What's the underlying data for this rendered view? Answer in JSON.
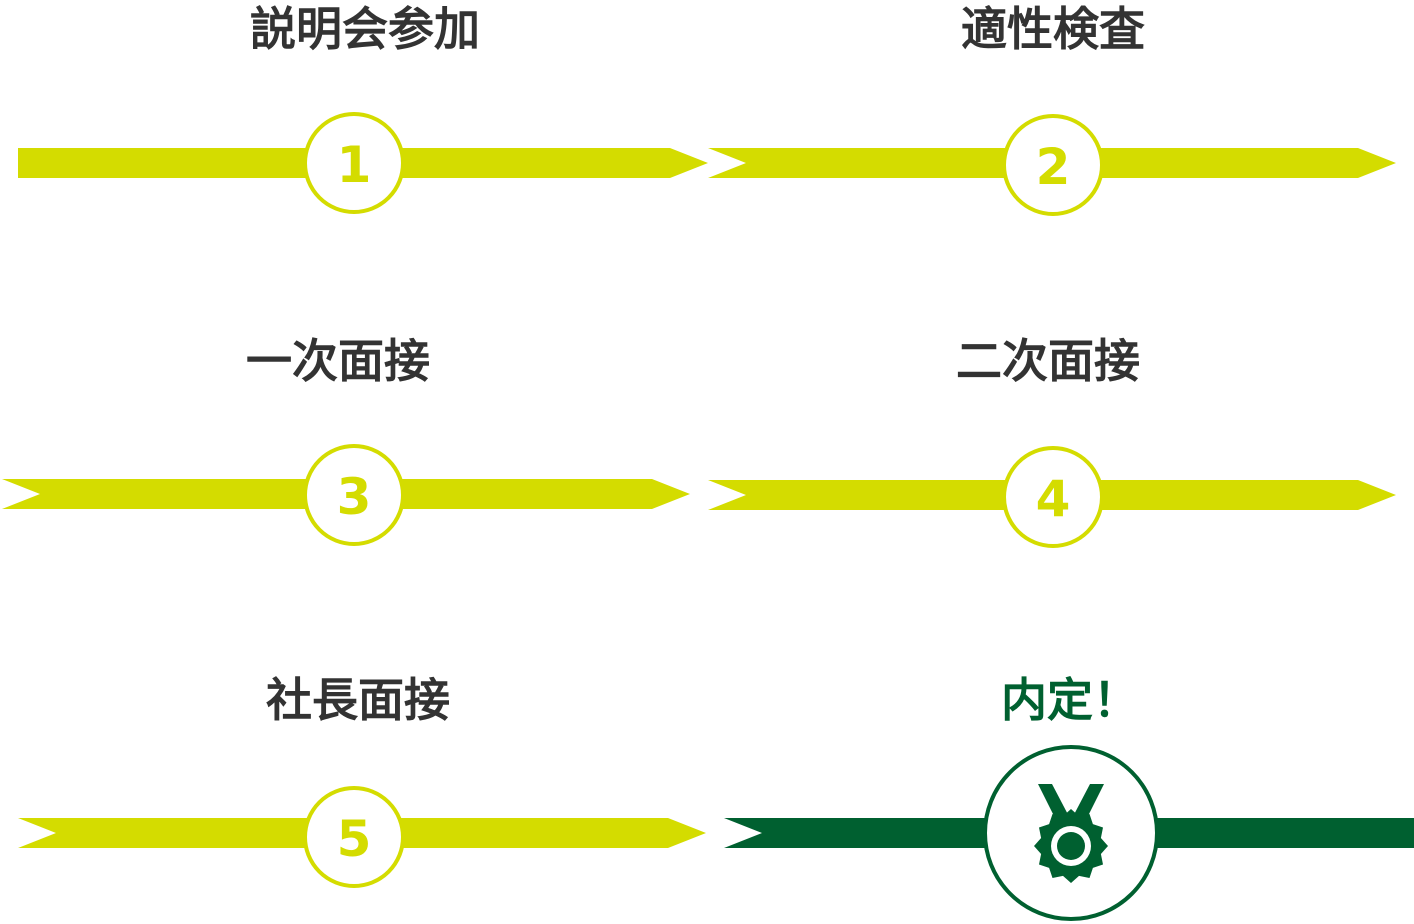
{
  "colors": {
    "step": "#d4dc00",
    "final": "#006030",
    "text": "#333333",
    "background": "#ffffff"
  },
  "steps": [
    {
      "title": "説明会参加",
      "number": "1"
    },
    {
      "title": "適性検査",
      "number": "2"
    },
    {
      "title": "一次面接",
      "number": "3"
    },
    {
      "title": "二次面接",
      "number": "4"
    },
    {
      "title": "社長面接",
      "number": "5"
    }
  ],
  "final": {
    "title": "内定！",
    "icon": "medal-icon"
  }
}
